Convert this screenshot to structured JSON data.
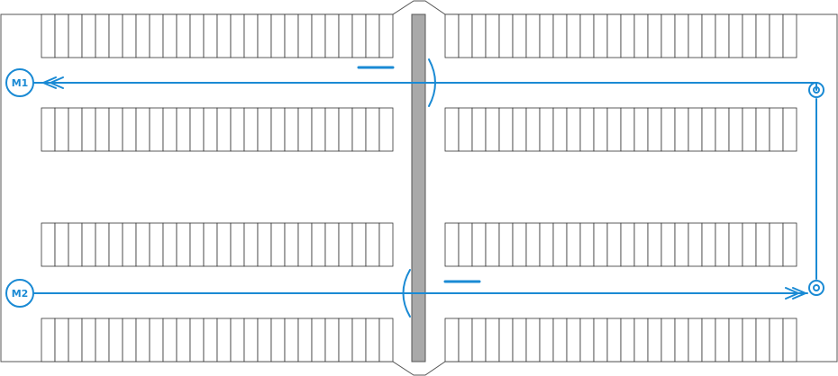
{
  "markers": {
    "m1": {
      "label": "M1"
    },
    "m2": {
      "label": "M2"
    }
  },
  "parking": {
    "stalls_per_half_row": 26,
    "rows_per_side": 4
  },
  "colors": {
    "route": "#1a8ad4",
    "divider": "#a9a9a9",
    "outline": "#555555",
    "stall_line": "#333333"
  },
  "icons": {
    "flow_arrow": "arrow-icon",
    "pivot": "pivot-icon",
    "route_end": "chevron-end-icon"
  }
}
